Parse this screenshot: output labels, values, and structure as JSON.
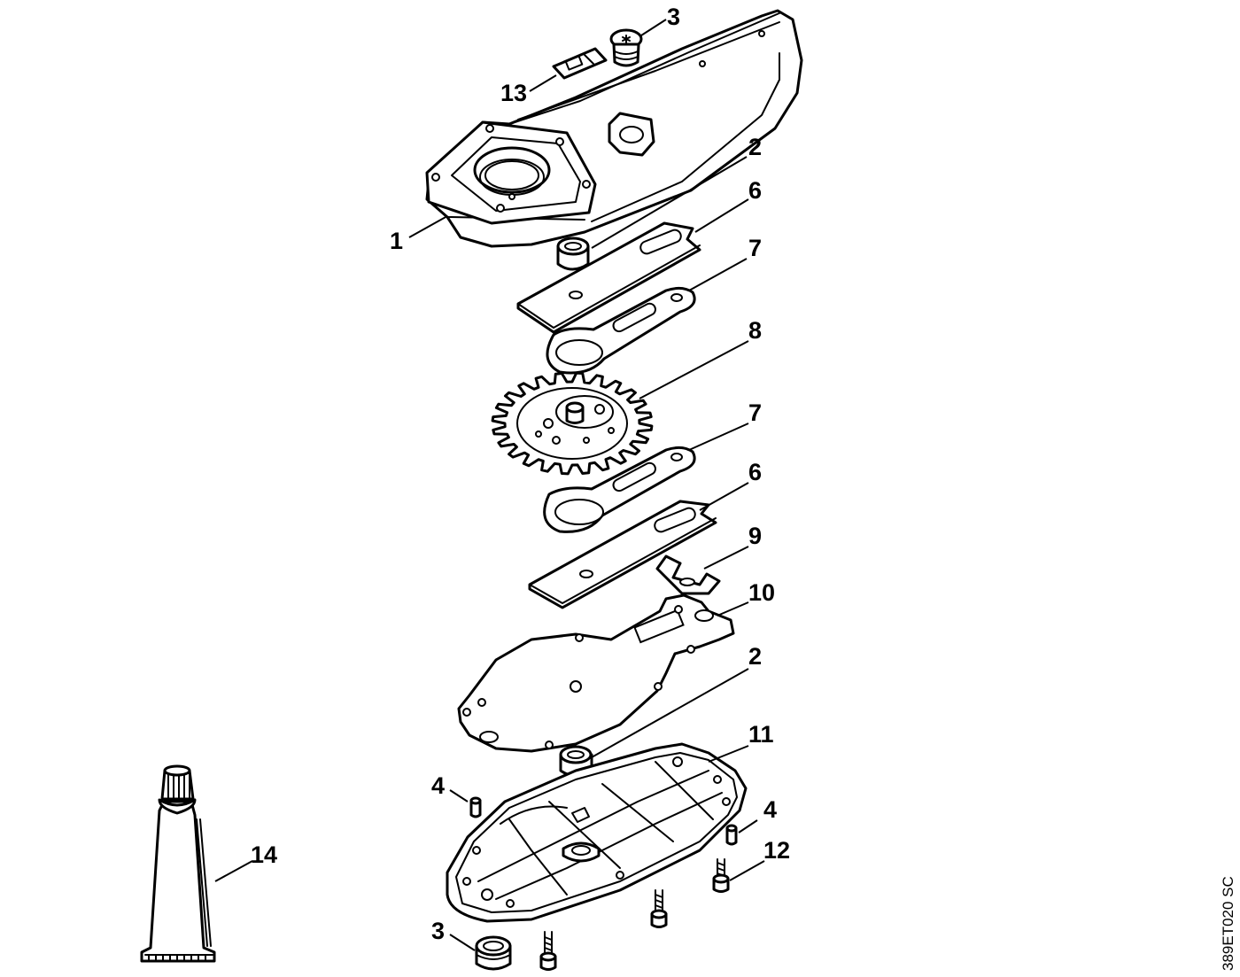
{
  "callouts": {
    "c1": "1",
    "c2a": "2",
    "c2b": "2",
    "c3a": "3",
    "c3b": "3",
    "c4a": "4",
    "c4b": "4",
    "c6a": "6",
    "c6b": "6",
    "c7a": "7",
    "c7b": "7",
    "c8": "8",
    "c9": "9",
    "c10": "10",
    "c11": "11",
    "c12": "12",
    "c13": "13",
    "c14": "14"
  },
  "drawing_ref": "389ET020 SC"
}
